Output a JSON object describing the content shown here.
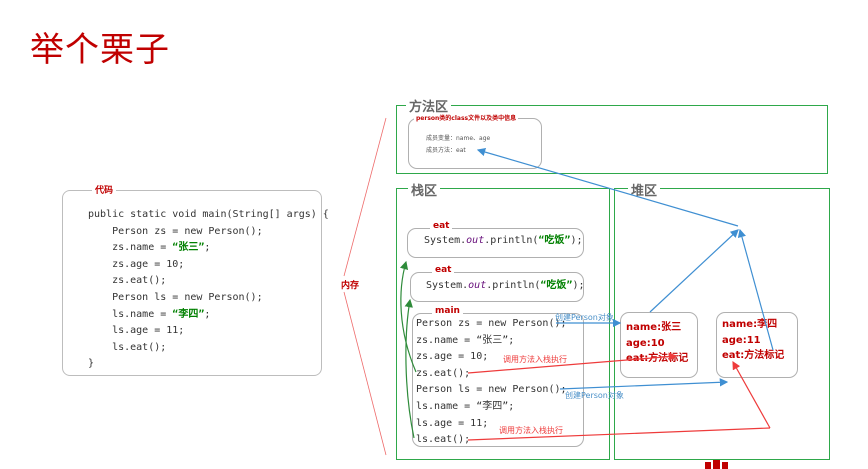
{
  "title": "举个栗子",
  "code_box": {
    "label": "代码",
    "lines": [
      {
        "pre": "public static void main(String[] args) {"
      },
      {
        "pre": "    Person zs = new Person();"
      },
      {
        "pre": "    zs.name = ",
        "str": "“张三”",
        "post": ";"
      },
      {
        "pre": "    zs.age = 10;"
      },
      {
        "pre": "    zs.eat();"
      },
      {
        "pre": "    Person ls = new Person();"
      },
      {
        "pre": "    ls.name = ",
        "str": "“李四”",
        "post": ";"
      },
      {
        "pre": "    ls.age = 11;"
      },
      {
        "pre": "    ls.eat();"
      },
      {
        "pre": "}"
      }
    ]
  },
  "memory_label": "内存",
  "method_area": {
    "title": "方法区",
    "class_box": {
      "label": "person类的class文件以及类中信息",
      "line1": "成员变量：name、age",
      "line2": "成员方法：eat"
    }
  },
  "stack": {
    "title": "栈区",
    "frames": [
      {
        "label": "eat",
        "pre": "System.",
        "italic": "out",
        "mid": ".println(",
        "str": "“吃饭”",
        "post": ");"
      },
      {
        "label": "eat",
        "pre": "System.",
        "italic": "out",
        "mid": ".println(",
        "str": "“吃饭”",
        "post": ");"
      }
    ],
    "main": {
      "label": "main",
      "lines": [
        "Person zs = new Person();",
        "zs.name = “张三”;",
        "zs.age = 10;",
        "zs.eat();",
        "Person ls = new Person();",
        "ls.name = “李四”;",
        "ls.age = 11;",
        "ls.eat();"
      ]
    }
  },
  "heap": {
    "title": "堆区",
    "objects": [
      {
        "name": "name:张三",
        "age": "age:10",
        "eat": "eat:方法标记"
      },
      {
        "name": "name:李四",
        "age": "age:11",
        "eat": "eat:方法标记"
      }
    ]
  },
  "annotations": {
    "create_zs": "创建Person对象",
    "create_ls": "创建Person对象",
    "call_zs": "调用方法入栈执行",
    "call_ls": "调用方法入栈执行"
  },
  "colors": {
    "title_red": "#c00000",
    "region_green": "#2ea84a",
    "arrow_blue": "#3f8fd2",
    "arrow_red": "#ee3b3b"
  }
}
